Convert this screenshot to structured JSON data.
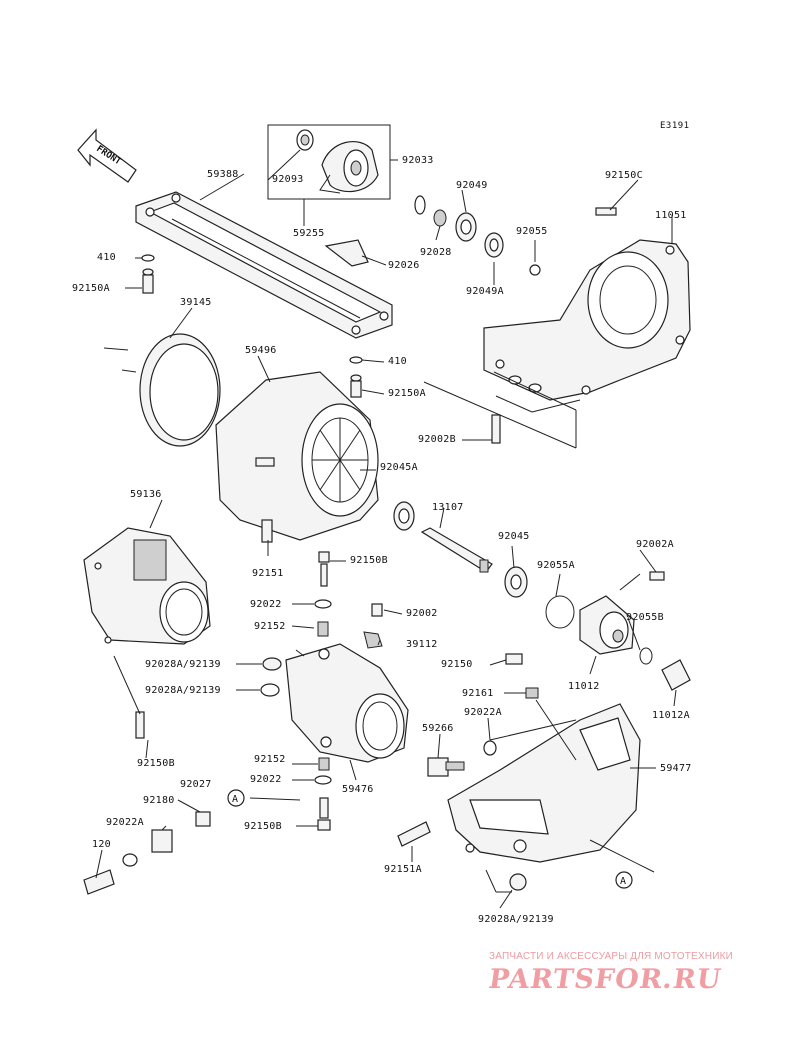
{
  "diagram_code": "E3191",
  "front_label": "FRONT",
  "ref_marker": "A",
  "parts": {
    "p59388": "59388",
    "p92033": "92033",
    "p92093": "92093",
    "p92049": "92049",
    "p92150C": "92150C",
    "p11051": "11051",
    "p59255": "59255",
    "p92028": "92028",
    "p92055": "92055",
    "p410_top": "410",
    "p92026": "92026",
    "p92049A": "92049A",
    "p92150A_top": "92150A",
    "p39145": "39145",
    "p59496": "59496",
    "p410_mid": "410",
    "p92150A_mid": "92150A",
    "p92002B": "92002B",
    "p92045A": "92045A",
    "p59136": "59136",
    "p13107": "13107",
    "p92045": "92045",
    "p92002A": "92002A",
    "p92151": "92151",
    "p92150B_mid": "92150B",
    "p92055A": "92055A",
    "p92022": "92022",
    "p92002": "92002",
    "p92055B": "92055B",
    "p92152": "92152",
    "p39112": "39112",
    "p92028A_a": "92028A/92139",
    "p92150": "92150",
    "p11012": "11012",
    "p92028A_b": "92028A/92139",
    "p92161": "92161",
    "p11012A": "11012A",
    "p92022A_mid": "92022A",
    "p92150B_left": "92150B",
    "p59266": "59266",
    "p92152_low": "92152",
    "p59477": "59477",
    "p92027": "92027",
    "p92022_low": "92022",
    "p59476": "59476",
    "p92180": "92180",
    "p92022A_low": "92022A",
    "p92150B_low": "92150B",
    "p120": "120",
    "p92151A": "92151A",
    "p92028A_c": "92028A/92139"
  },
  "watermark": {
    "subtitle": "ЗАПЧАСТИ И АКСЕССУАРЫ ДЛЯ МОТОТЕХНИКИ",
    "logo": "PARTSFOR.RU"
  }
}
